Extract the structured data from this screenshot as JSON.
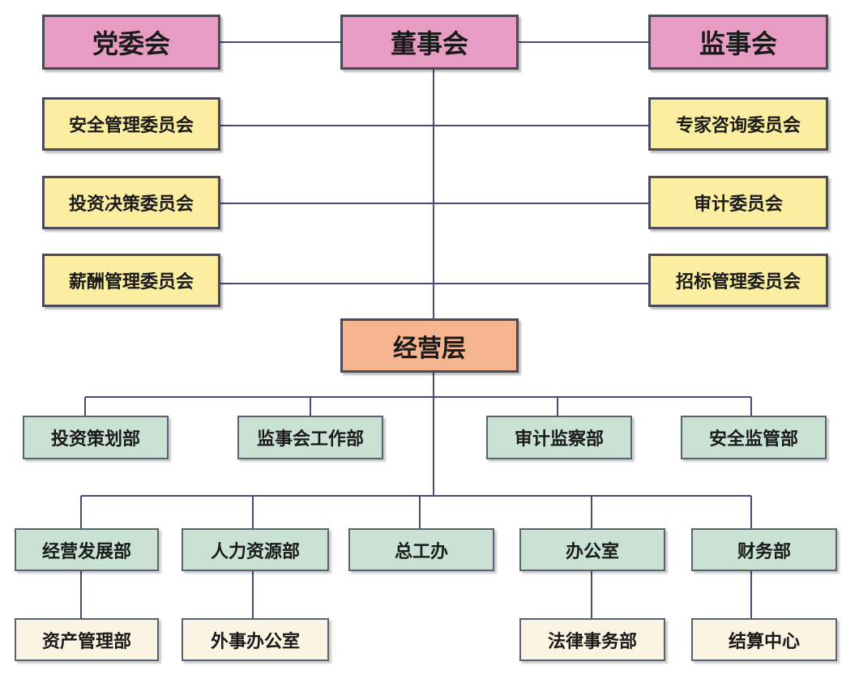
{
  "top": {
    "party": "党委会",
    "board": "董事会",
    "supervisors": "监事会"
  },
  "committees": {
    "left": [
      "安全管理委员会",
      "投资决策委员会",
      "薪酬管理委员会"
    ],
    "right": [
      "专家咨询委员会",
      "审计委员会",
      "招标管理委员会"
    ]
  },
  "management": "经营层",
  "departments_row1": [
    "投资策划部",
    "监事会工作部",
    "审计监察部",
    "安全监管部"
  ],
  "departments_row2": [
    "经营发展部",
    "人力资源部",
    "总工办",
    "办公室",
    "财务部"
  ],
  "sub_units": [
    "资产管理部",
    "外事办公室",
    "法律事务部",
    "结算中心"
  ],
  "colors": {
    "top_fill": "#e79cc3",
    "committee_fill": "#fbeea1",
    "management_fill": "#f6b58e",
    "department_fill": "#c9e2d4",
    "subunit_fill": "#fcf4e2",
    "line": "#4a4a7a"
  }
}
